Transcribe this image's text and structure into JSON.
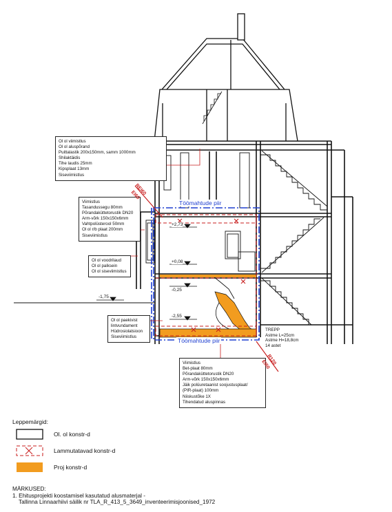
{
  "notes": {
    "roof": [
      "Ol ol viimistlus",
      "Ol ol aluspõrand",
      "Puittalastik 200x150mm, samm 1000mm",
      "Shilaktäidis",
      "Tihe laudis 25mm",
      "Kipsplaat 13mm",
      "Siseviimistlus"
    ],
    "floor2": [
      "Viimistlus",
      "Tasandussegu 80mm",
      "Põrandaküttetorustik DN20",
      "Arm-võrk 150x150x6mm",
      "Vahtpolüsterool 50mm",
      "Ol ol r/b plaat 200mm",
      "Siseviimistlus"
    ],
    "wall": [
      "Ol ol voodrilaud",
      "Ol ol palksein",
      "Ol ol siseviimistlus"
    ],
    "base": [
      "Ol ol paekivist",
      "lintvundament",
      "Hüdrosiolatsioon",
      "Siseviimistlus"
    ],
    "slab": [
      "Viimistlus",
      "Bet-plaat 80mm",
      "Põrandaküttetorustik DN20",
      "Arm-võrk 150x150x6mm",
      "Jäik polüuretaanist soojustusplaat/",
      "(PIR-plaat) 100mm",
      "Niiskustõke 1X",
      "Tihendatud aluspinnas"
    ]
  },
  "levels": {
    "l1": "+2,73",
    "l2": "+0,08",
    "l3": "-0,25",
    "l4": "-1,75",
    "l5": "-2,55"
  },
  "fire": {
    "upper_a": "REI60",
    "upper_b": "EI60",
    "lower_a": "R120",
    "lower_b": "EI60"
  },
  "zone_label_top": "Töömahtude piir",
  "zone_label_bottom": "Töömahtude piir",
  "stair": [
    "TREPP",
    "Astme L=25cm",
    "Astme H=18,8cm",
    "14 astet"
  ],
  "legend": {
    "title": "Leppemärgid:",
    "items": [
      {
        "label": "Ol. ol konstr-d"
      },
      {
        "label": "Lammutatavad konstr-d"
      },
      {
        "label": "Proj konstr-d"
      }
    ],
    "colors": {
      "existing": "#000000",
      "demolish": "#c81e1e",
      "new": "#f29c1f",
      "zone": "#1f3fd0"
    }
  },
  "remarks": {
    "title": "MÄRKUSED:",
    "lines": [
      "1. Ehitusprojekti koostamisel kasutatud alusmaterjal -",
      "Tallinna Linnaarhiivi säilik nr TLA_R_413_5_3649_inventeerimisjoonised_1972"
    ]
  }
}
